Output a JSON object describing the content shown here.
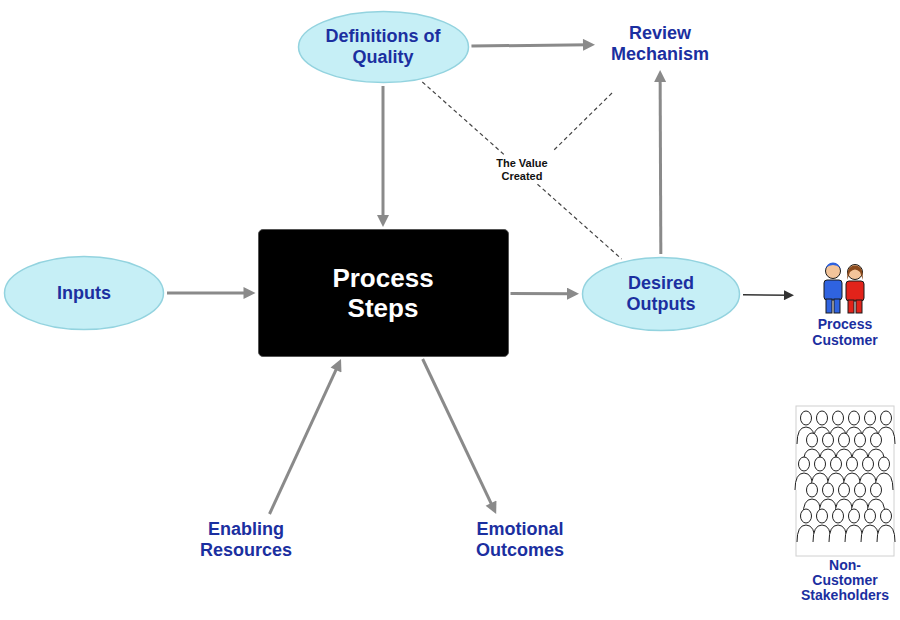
{
  "diagram": {
    "nodes": [
      {
        "text": [
          "Definitions of Quality"
        ]
      },
      {
        "text": [
          "Review Mechanism"
        ]
      },
      {
        "text": [
          "Inputs"
        ]
      },
      {
        "text": [
          "Process Steps"
        ]
      },
      {
        "text": [
          "Desired Outputs"
        ]
      },
      {
        "text": [
          "Process Customer"
        ]
      },
      {
        "text": [
          "Enabling Resources"
        ]
      },
      {
        "text": [
          "Emotional Outcomes"
        ]
      },
      {
        "text": [
          "Non-Customer Stakeholders"
        ]
      }
    ],
    "edges": [
      {
        "from": 0,
        "to": 1,
        "arrow": "to"
      },
      {
        "from": 0,
        "to": 3,
        "arrow": "to"
      },
      {
        "from": 2,
        "to": 3,
        "arrow": "to"
      },
      {
        "from": 3,
        "to": 4,
        "arrow": "to"
      },
      {
        "from": 4,
        "to": 1,
        "arrow": "to"
      },
      {
        "from": 4,
        "to": 5,
        "arrow": "to"
      },
      {
        "from": 6,
        "to": 3,
        "arrow": "to"
      },
      {
        "from": 3,
        "to": 7,
        "arrow": "to"
      },
      {
        "from": 0,
        "to": 4,
        "label": "The Value Created",
        "arrow": "none"
      }
    ]
  }
}
